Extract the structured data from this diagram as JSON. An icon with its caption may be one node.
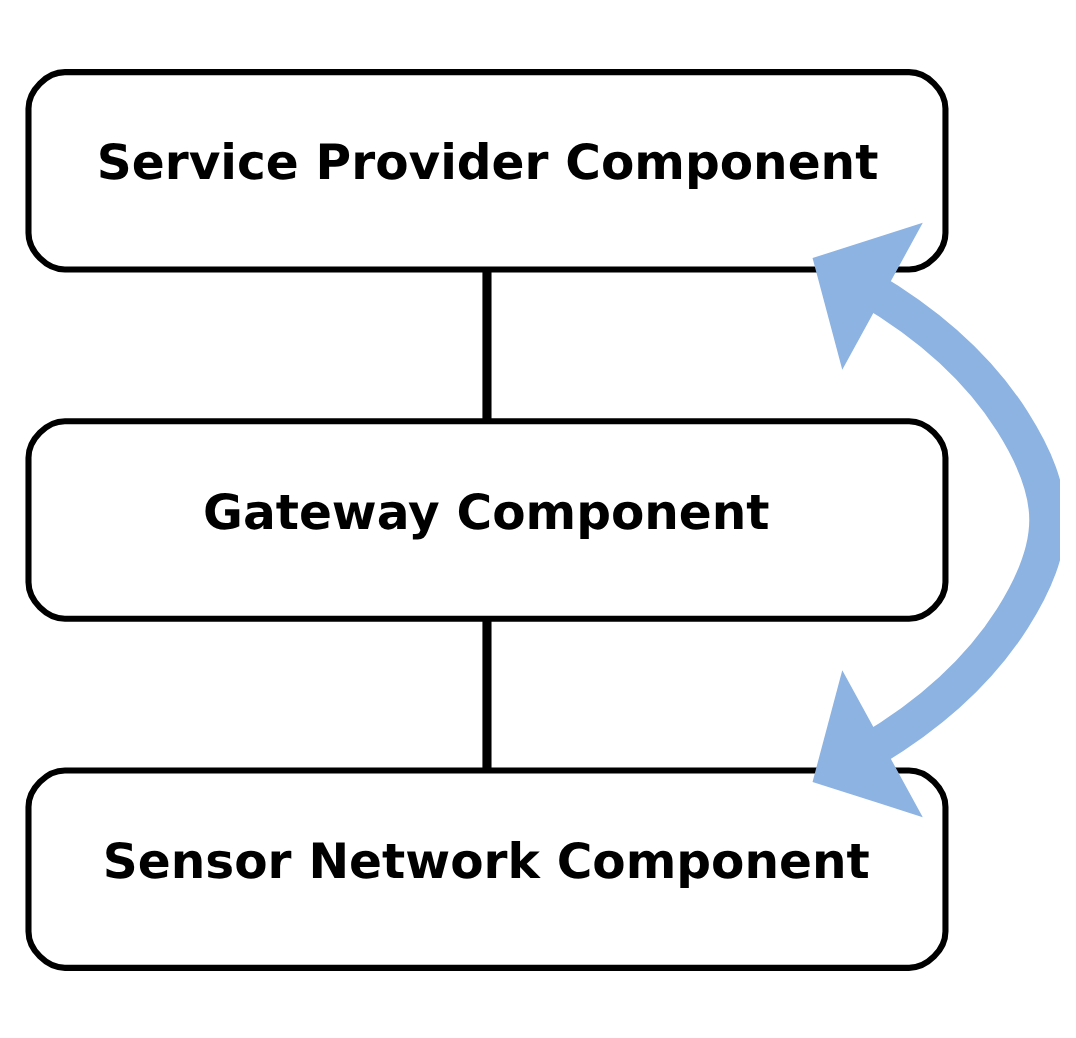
{
  "diagram": {
    "nodes": [
      {
        "text": [
          "Service Provider Component"
        ]
      },
      {
        "text": [
          "Gateway Component"
        ]
      },
      {
        "text": [
          "Sensor Network Component"
        ]
      }
    ],
    "edges": [
      {
        "from": 0,
        "to": 1,
        "arrow": "none"
      },
      {
        "from": 1,
        "to": 2,
        "arrow": "none"
      },
      {
        "from": 2,
        "to": 0,
        "arrow": "both",
        "style": "thick",
        "color": "#8db3e2"
      }
    ]
  }
}
